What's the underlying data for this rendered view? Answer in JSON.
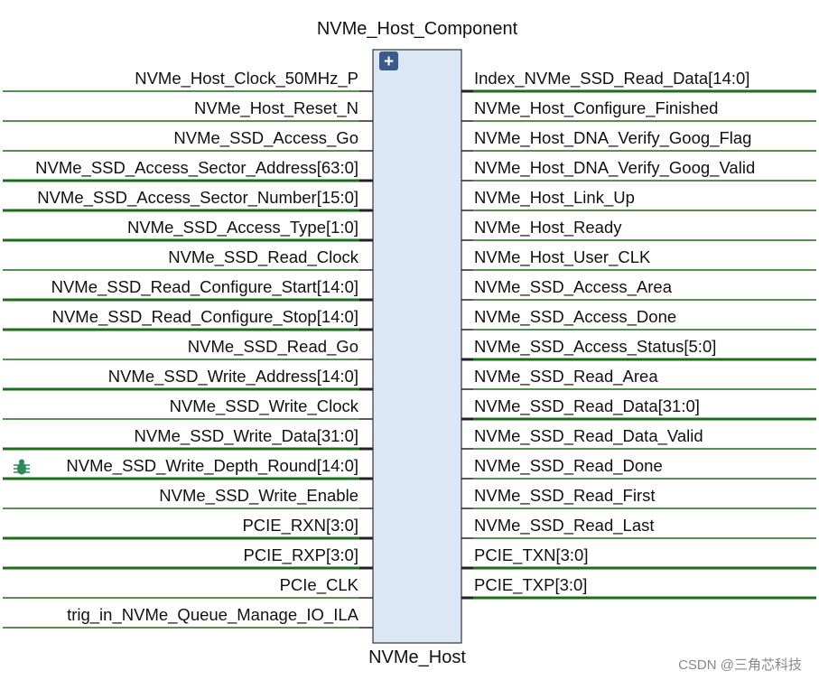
{
  "component_title": "NVMe_Host_Component",
  "instance_name": "NVMe_Host",
  "expand_symbol": "+",
  "watermark": "CSDN @三角芯科技",
  "colors": {
    "block_fill": "#dbe7f5",
    "block_stroke": "#333333",
    "wire": "#1b6e1b",
    "expand_button": "#3a5a8c",
    "debug_icon": "#2e8b57"
  },
  "input_ports": [
    {
      "name": "NVMe_Host_Clock_50MHz_P",
      "bus": false
    },
    {
      "name": "NVMe_Host_Reset_N",
      "bus": false
    },
    {
      "name": "NVMe_SSD_Access_Go",
      "bus": false
    },
    {
      "name": "NVMe_SSD_Access_Sector_Address[63:0]",
      "bus": true
    },
    {
      "name": "NVMe_SSD_Access_Sector_Number[15:0]",
      "bus": true
    },
    {
      "name": "NVMe_SSD_Access_Type[1:0]",
      "bus": true
    },
    {
      "name": "NVMe_SSD_Read_Clock",
      "bus": false
    },
    {
      "name": "NVMe_SSD_Read_Configure_Start[14:0]",
      "bus": true
    },
    {
      "name": "NVMe_SSD_Read_Configure_Stop[14:0]",
      "bus": true
    },
    {
      "name": "NVMe_SSD_Read_Go",
      "bus": false
    },
    {
      "name": "NVMe_SSD_Write_Address[14:0]",
      "bus": true
    },
    {
      "name": "NVMe_SSD_Write_Clock",
      "bus": false
    },
    {
      "name": "NVMe_SSD_Write_Data[31:0]",
      "bus": true
    },
    {
      "name": "NVMe_SSD_Write_Depth_Round[14:0]",
      "bus": true,
      "debug": true
    },
    {
      "name": "NVMe_SSD_Write_Enable",
      "bus": false
    },
    {
      "name": "PCIE_RXN[3:0]",
      "bus": true
    },
    {
      "name": "PCIE_RXP[3:0]",
      "bus": true
    },
    {
      "name": "PCIe_CLK",
      "bus": false
    },
    {
      "name": "trig_in_NVMe_Queue_Manage_IO_ILA",
      "bus": false
    }
  ],
  "output_ports": [
    {
      "name": "Index_NVMe_SSD_Read_Data[14:0]",
      "bus": true
    },
    {
      "name": "NVMe_Host_Configure_Finished",
      "bus": false
    },
    {
      "name": "NVMe_Host_DNA_Verify_Goog_Flag",
      "bus": false
    },
    {
      "name": "NVMe_Host_DNA_Verify_Goog_Valid",
      "bus": false
    },
    {
      "name": "NVMe_Host_Link_Up",
      "bus": false
    },
    {
      "name": "NVMe_Host_Ready",
      "bus": false
    },
    {
      "name": "NVMe_Host_User_CLK",
      "bus": false
    },
    {
      "name": "NVMe_SSD_Access_Area",
      "bus": false
    },
    {
      "name": "NVMe_SSD_Access_Done",
      "bus": false
    },
    {
      "name": "NVMe_SSD_Access_Status[5:0]",
      "bus": true
    },
    {
      "name": "NVMe_SSD_Read_Area",
      "bus": false
    },
    {
      "name": "NVMe_SSD_Read_Data[31:0]",
      "bus": true
    },
    {
      "name": "NVMe_SSD_Read_Data_Valid",
      "bus": false
    },
    {
      "name": "NVMe_SSD_Read_Done",
      "bus": false
    },
    {
      "name": "NVMe_SSD_Read_First",
      "bus": false
    },
    {
      "name": "NVMe_SSD_Read_Last",
      "bus": false
    },
    {
      "name": "PCIE_TXN[3:0]",
      "bus": true
    },
    {
      "name": "PCIE_TXP[3:0]",
      "bus": true
    }
  ]
}
